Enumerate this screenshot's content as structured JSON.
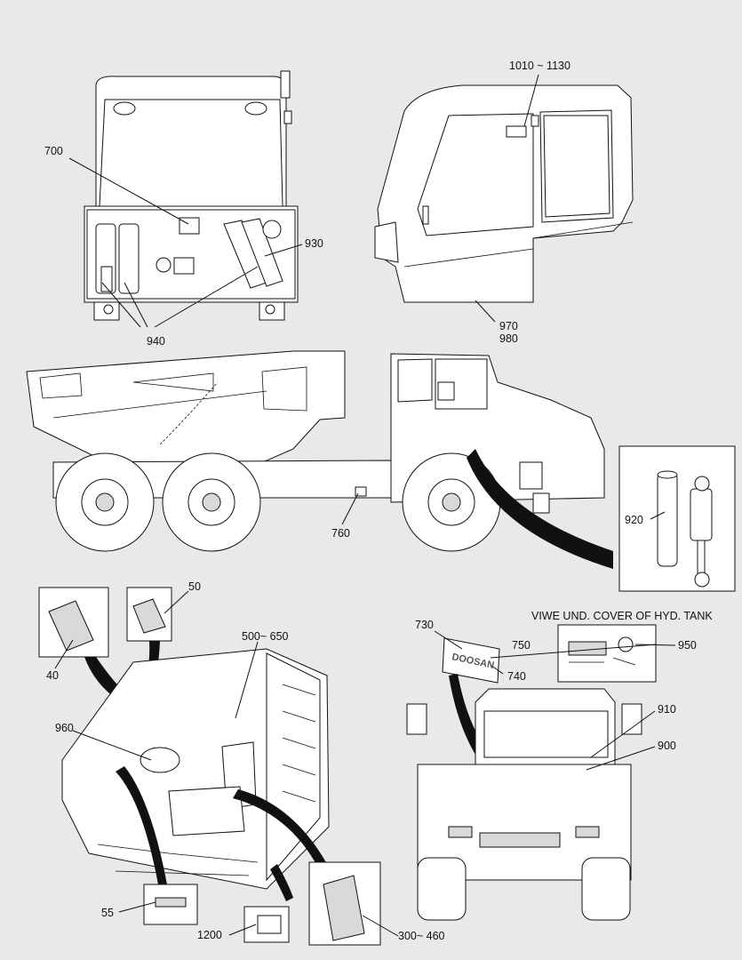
{
  "labels": {
    "l700": "700",
    "l930": "930",
    "l940": "940",
    "l1010": "1010 ~ 1130",
    "l970": "970",
    "l980": "980",
    "l920": "920",
    "l760": "760",
    "l50": "50",
    "l40": "40",
    "l500": "500~ 650",
    "l960": "960",
    "l55": "55",
    "l1200": "1200",
    "l300": "300~ 460",
    "l730": "730",
    "l750": "750",
    "l740": "740",
    "l950": "950",
    "l910": "910",
    "l900": "900"
  },
  "tank_caption": "VIWE UND. COVER OF HYD. TANK",
  "decal_text": "DOOSAN"
}
